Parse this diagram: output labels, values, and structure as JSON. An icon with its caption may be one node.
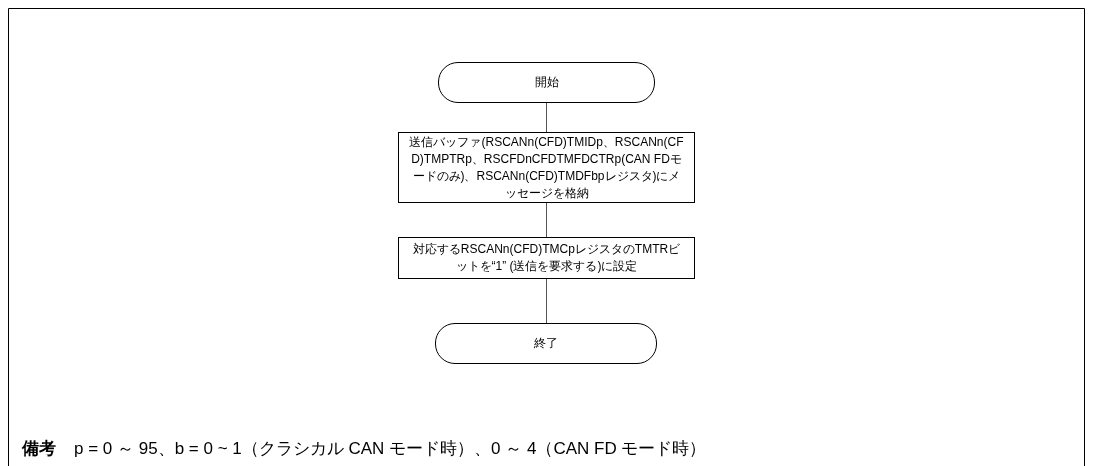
{
  "diagram": {
    "nodes": [
      {
        "text": [
          "開始"
        ]
      },
      {
        "text": [
          "送信バッファ(RSCANn(CFD)TMIDp、RSCANn(CFD)TMPTRp、RSCFDnCFDTMFDCTRp(CAN FDモードのみ)、RSCANn(CFD)TMDFbpレジスタ)にメッセージを格納"
        ]
      },
      {
        "text": [
          "対応するRSCANn(CFD)TMCpレジスタのTMTRビットを“1” (送信を要求する)に設定"
        ]
      },
      {
        "text": [
          "終了"
        ]
      }
    ],
    "edges": [
      {
        "from": 0,
        "to": 1,
        "arrow": "none"
      },
      {
        "from": 1,
        "to": 2,
        "arrow": "none"
      },
      {
        "from": 2,
        "to": 3,
        "arrow": "none"
      }
    ],
    "labels": [
      "備考",
      "p = 0 ～ 95、b = 0 ~ 1（クラシカル CAN モード時）、0 ～ 4（CAN FD モード時）"
    ]
  }
}
